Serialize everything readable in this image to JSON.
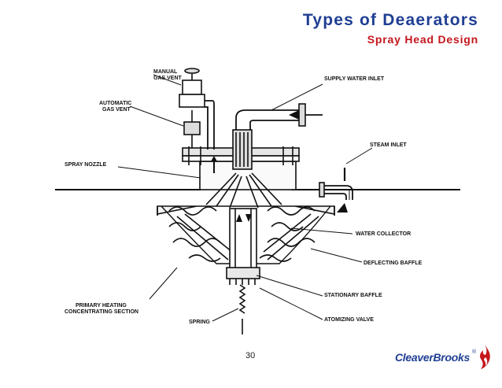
{
  "header": {
    "title": "Types of Deaerators",
    "subtitle": "Spray Head Design"
  },
  "diagram": {
    "labels": {
      "manual_gas_vent_1": "MANUAL",
      "manual_gas_vent_2": "GAS VENT",
      "automatic_gas_vent_1": "AUTOMATIC",
      "automatic_gas_vent_2": "GAS VENT",
      "supply_water_inlet": "SUPPLY WATER INLET",
      "steam_inlet": "STEAM INLET",
      "spray_nozzle": "SPRAY NOZZLE",
      "water_collector": "WATER COLLECTOR",
      "deflecting_baffle": "DEFLECTING BAFFLE",
      "stationary_baffle": "STATIONARY BAFFLE",
      "atomizing_valve": "ATOMIZING VALVE",
      "primary_heating_1": "PRIMARY HEATING",
      "primary_heating_2": "CONCENTRATING SECTION",
      "spring": "SPRING"
    }
  },
  "footer": {
    "page_number": "30",
    "logo_text": "CleaverBrooks",
    "logo_mark": "®"
  },
  "colors": {
    "title": "#1f3f93",
    "subtitle": "#c4161c",
    "logo_flame": "#c4161c"
  }
}
